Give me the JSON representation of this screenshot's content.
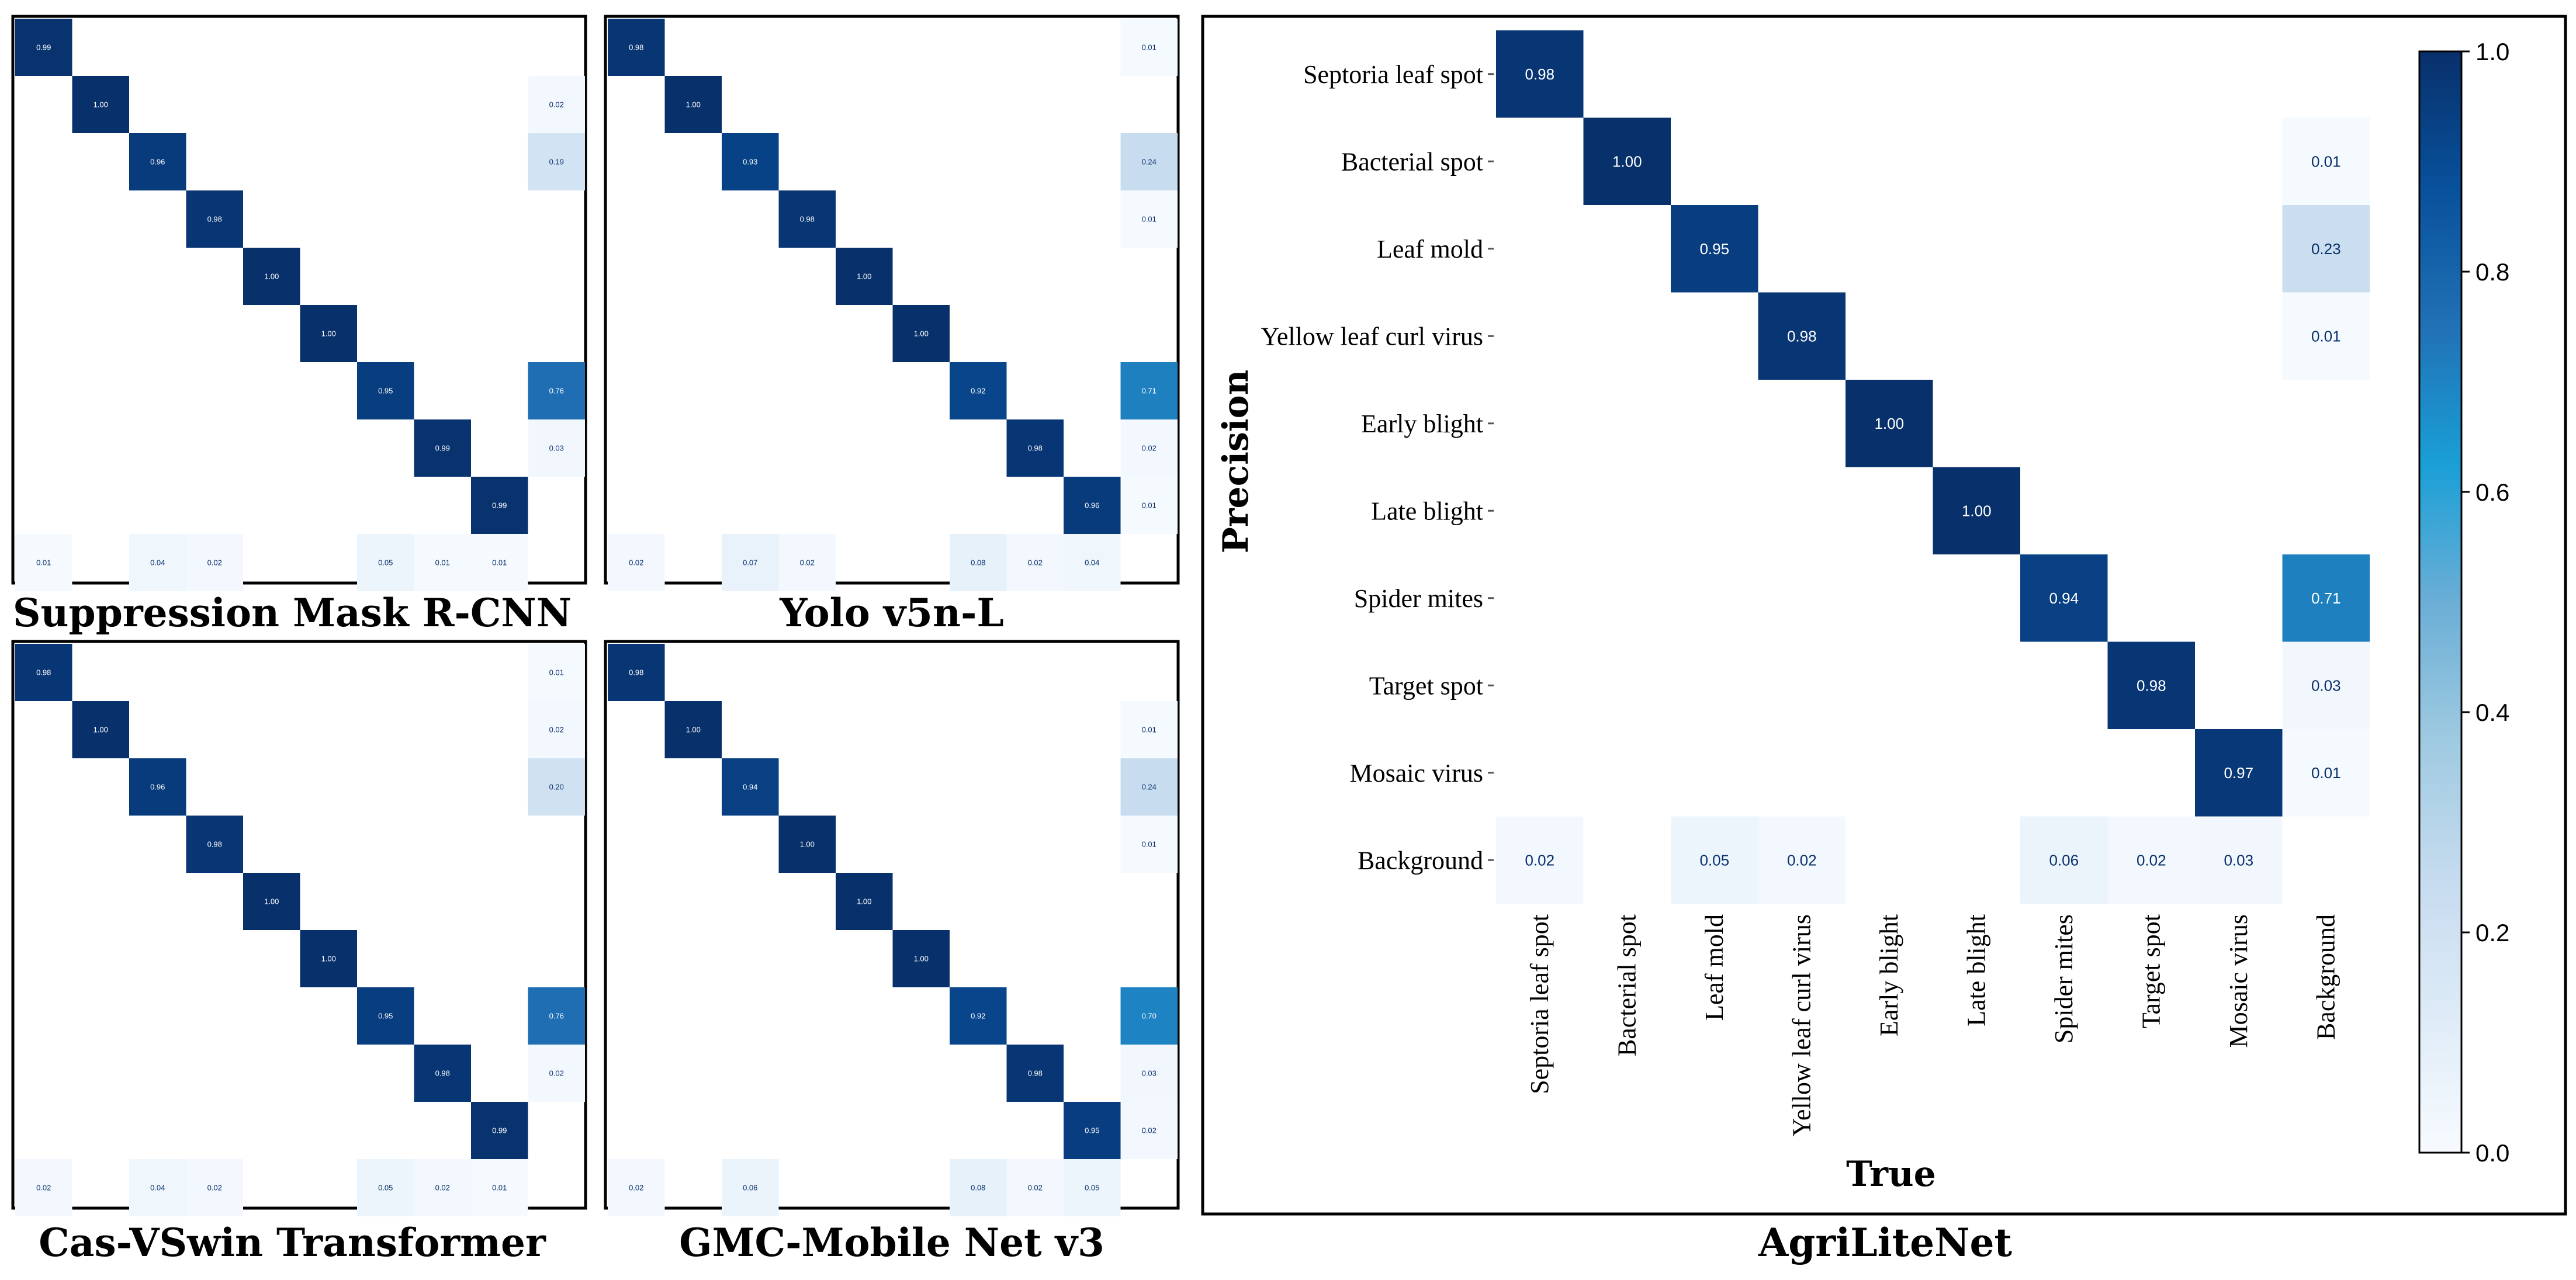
{
  "colors": {
    "low": "#f7fbff",
    "high": "#08306b",
    "frame": "#000000"
  },
  "chart_data": [
    {
      "type": "heatmap",
      "title": "Suppression Mask R-CNN",
      "size": 10,
      "cells": [
        [
          0,
          0,
          0.99
        ],
        [
          1,
          1,
          1.0
        ],
        [
          2,
          2,
          0.96
        ],
        [
          3,
          3,
          0.98
        ],
        [
          4,
          4,
          1.0
        ],
        [
          5,
          5,
          1.0
        ],
        [
          6,
          6,
          0.95
        ],
        [
          7,
          7,
          0.99
        ],
        [
          8,
          8,
          0.99
        ],
        [
          9,
          1,
          0.02
        ],
        [
          9,
          2,
          0.19
        ],
        [
          9,
          6,
          0.76
        ],
        [
          9,
          7,
          0.03
        ],
        [
          0,
          9,
          0.01
        ],
        [
          2,
          9,
          0.04
        ],
        [
          3,
          9,
          0.02
        ],
        [
          6,
          9,
          0.05
        ],
        [
          7,
          9,
          0.01
        ],
        [
          8,
          9,
          0.01
        ]
      ]
    },
    {
      "type": "heatmap",
      "title": "Yolo v5n-L",
      "size": 10,
      "cells": [
        [
          0,
          0,
          0.98
        ],
        [
          1,
          1,
          1.0
        ],
        [
          2,
          2,
          0.93
        ],
        [
          3,
          3,
          0.98
        ],
        [
          4,
          4,
          1.0
        ],
        [
          5,
          5,
          1.0
        ],
        [
          6,
          6,
          0.92
        ],
        [
          7,
          7,
          0.98
        ],
        [
          8,
          8,
          0.96
        ],
        [
          9,
          0,
          0.01
        ],
        [
          9,
          2,
          0.24
        ],
        [
          9,
          3,
          0.01
        ],
        [
          9,
          6,
          0.71
        ],
        [
          9,
          7,
          0.02
        ],
        [
          9,
          8,
          0.01
        ],
        [
          0,
          9,
          0.02
        ],
        [
          2,
          9,
          0.07
        ],
        [
          3,
          9,
          0.02
        ],
        [
          6,
          9,
          0.08
        ],
        [
          7,
          9,
          0.02
        ],
        [
          8,
          9,
          0.04
        ]
      ]
    },
    {
      "type": "heatmap",
      "title": "Cas-VSwin Transformer",
      "size": 10,
      "cells": [
        [
          0,
          0,
          0.98
        ],
        [
          1,
          1,
          1.0
        ],
        [
          2,
          2,
          0.96
        ],
        [
          3,
          3,
          0.98
        ],
        [
          4,
          4,
          1.0
        ],
        [
          5,
          5,
          1.0
        ],
        [
          6,
          6,
          0.95
        ],
        [
          7,
          7,
          0.98
        ],
        [
          8,
          8,
          0.99
        ],
        [
          9,
          0,
          0.01
        ],
        [
          9,
          1,
          0.02
        ],
        [
          9,
          2,
          0.2
        ],
        [
          9,
          6,
          0.76
        ],
        [
          9,
          7,
          0.02
        ],
        [
          0,
          9,
          0.02
        ],
        [
          2,
          9,
          0.04
        ],
        [
          3,
          9,
          0.02
        ],
        [
          6,
          9,
          0.05
        ],
        [
          7,
          9,
          0.02
        ],
        [
          8,
          9,
          0.01
        ]
      ]
    },
    {
      "type": "heatmap",
      "title": "GMC-Mobile Net v3",
      "size": 10,
      "cells": [
        [
          0,
          0,
          0.98
        ],
        [
          1,
          1,
          1.0
        ],
        [
          2,
          2,
          0.94
        ],
        [
          3,
          3,
          1.0
        ],
        [
          4,
          4,
          1.0
        ],
        [
          5,
          5,
          1.0
        ],
        [
          6,
          6,
          0.92
        ],
        [
          7,
          7,
          0.98
        ],
        [
          8,
          8,
          0.95
        ],
        [
          9,
          1,
          0.01
        ],
        [
          9,
          2,
          0.24
        ],
        [
          9,
          3,
          0.01
        ],
        [
          9,
          6,
          0.7
        ],
        [
          9,
          7,
          0.03
        ],
        [
          9,
          8,
          0.02
        ],
        [
          0,
          9,
          0.02
        ],
        [
          2,
          9,
          0.06
        ],
        [
          6,
          9,
          0.08
        ],
        [
          7,
          9,
          0.02
        ],
        [
          8,
          9,
          0.05
        ]
      ]
    },
    {
      "type": "heatmap",
      "title": "AgriLiteNet",
      "xlabel": "True",
      "ylabel": "Precision",
      "categories": [
        "Septoria leaf spot",
        "Bacterial spot",
        "Leaf mold",
        "Yellow leaf curl virus",
        "Early blight",
        "Late blight",
        "Spider mites",
        "Target spot",
        "Mosaic virus",
        "Background"
      ],
      "size": 10,
      "cells": [
        [
          0,
          0,
          0.98
        ],
        [
          1,
          1,
          1.0
        ],
        [
          2,
          2,
          0.95
        ],
        [
          3,
          3,
          0.98
        ],
        [
          4,
          4,
          1.0
        ],
        [
          5,
          5,
          1.0
        ],
        [
          6,
          6,
          0.94
        ],
        [
          7,
          7,
          0.98
        ],
        [
          8,
          8,
          0.97
        ],
        [
          9,
          1,
          0.01
        ],
        [
          9,
          2,
          0.23
        ],
        [
          9,
          3,
          0.01
        ],
        [
          9,
          6,
          0.71
        ],
        [
          9,
          7,
          0.03
        ],
        [
          9,
          8,
          0.01
        ],
        [
          0,
          9,
          0.02
        ],
        [
          2,
          9,
          0.05
        ],
        [
          3,
          9,
          0.02
        ],
        [
          6,
          9,
          0.06
        ],
        [
          7,
          9,
          0.02
        ],
        [
          8,
          9,
          0.03
        ]
      ],
      "colorbar": {
        "range": [
          0,
          1
        ],
        "ticks": [
          "0.0",
          "0.2",
          "0.4",
          "0.6",
          "0.8",
          "1.0"
        ]
      }
    }
  ]
}
